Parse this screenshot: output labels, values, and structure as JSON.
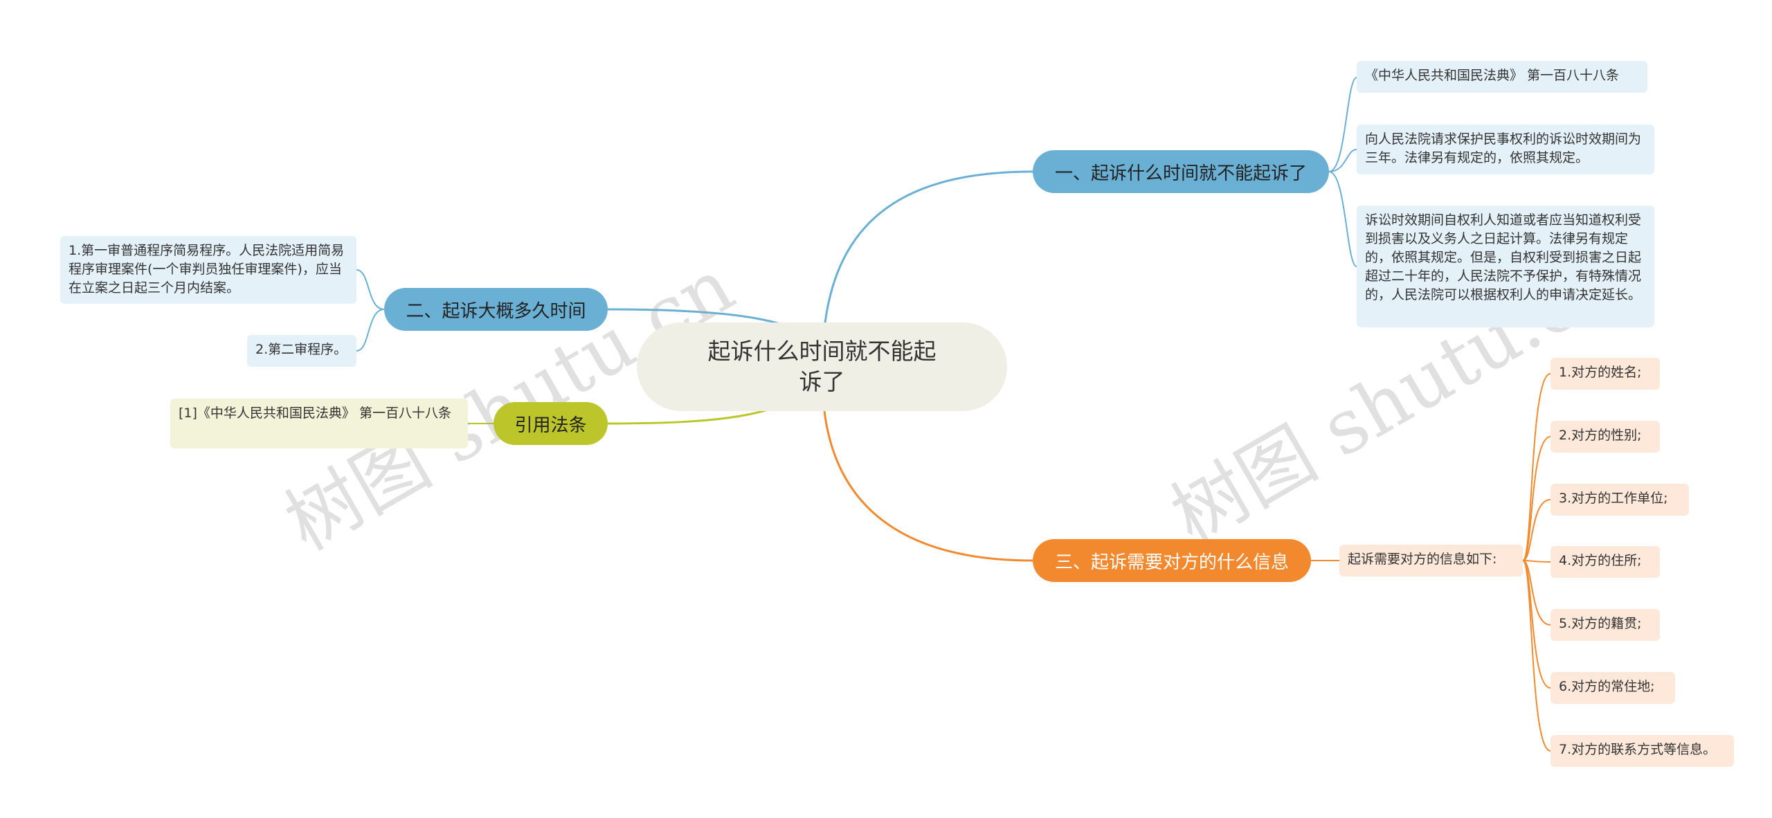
{
  "root": {
    "label": "起诉什么时间就不能起诉了"
  },
  "branches": {
    "b1": {
      "label": "一、起诉什么时间就不能起诉了",
      "color": "#6ab0d4",
      "leaves": [
        "《中华人民共和国民法典》 第一百八十八条",
        "向人民法院请求保护民事权利的诉讼时效期间为三年。法律另有规定的，依照其规定。",
        "诉讼时效期间自权利人知道或者应当知道权利受到损害以及义务人之日起计算。法律另有规定的，依照其规定。但是，自权利受到损害之日起超过二十年的，人民法院不予保护，有特殊情况的，人民法院可以根据权利人的申请决定延长。"
      ]
    },
    "b2": {
      "label": "二、起诉大概多久时间",
      "color": "#6ab0d4",
      "leaves": [
        "1.第一审普通程序简易程序。人民法院适用简易程序审理案件(一个审判员独任审理案件)，应当在立案之日起三个月内结案。",
        "2.第二审程序。"
      ]
    },
    "b3": {
      "label": "引用法条",
      "color": "#bcc62a",
      "leaves": [
        "[1]《中华人民共和国民法典》 第一百八十八条"
      ]
    },
    "b4": {
      "label": "三、起诉需要对方的什么信息",
      "color": "#f3892e",
      "sub": "起诉需要对方的信息如下:",
      "leaves": [
        "1.对方的姓名;",
        "2.对方的性别;",
        "3.对方的工作单位;",
        "4.对方的住所;",
        "5.对方的籍贯;",
        "6.对方的常住地;",
        "7.对方的联系方式等信息。"
      ]
    }
  },
  "watermarks": [
    "树图 shutu.cn",
    "树图 shutu.cn"
  ]
}
